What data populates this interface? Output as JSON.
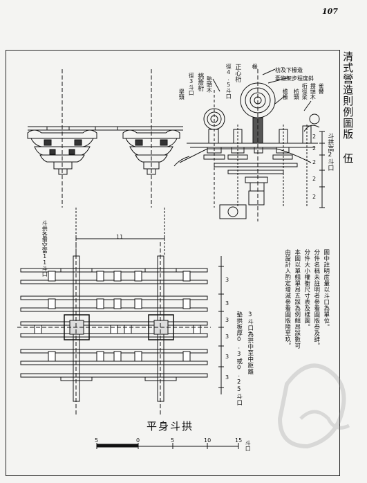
{
  "page": {
    "number": "107"
  },
  "plate": {
    "title": "清式營造則例圖版 伍"
  },
  "section": {
    "labels": {
      "zhengxin": "正心桁",
      "zhengxin_size": "徑4.5斗口",
      "tiaoyan": "挑簷桁",
      "tiaoyan_size": "徑3斗口",
      "zhuangtou": "舉頭",
      "diantoumu": "墊頭木",
      "rafter": "椽",
      "sleeve": "檐椽",
      "fangbian": "枋及下椽造",
      "zhuangbian": "牽物架步程度斜",
      "beam_label": "桁徑梁",
      "cuo_note": "撐頭木",
      "queti": "雀替",
      "zhuangzhen": "枋頭",
      "height_note": "斗拱高2斗口",
      "width_note": "斗拱各攢空當11斗口"
    },
    "dims": {
      "d2a": "2",
      "d2b": "2",
      "d2c": "2",
      "d2d": "2",
      "d2e": "2"
    }
  },
  "notes": {
    "n1": "圖中註明度量以斗口為單位。",
    "n2": "分件名稱未註明者參看圖版叁及肆。",
    "n3": "分件大小權衡尺寸表及樣圖。",
    "n4": "本圖以單翹單昂五踩為例翹昂踩數可",
    "n5": "由設計人酌定增減參看圖版陸至玖。"
  },
  "plan": {
    "dim_top": "11",
    "dims_right": [
      "3",
      "3",
      "3",
      "3",
      "3",
      "3"
    ],
    "note_a": "3斗口為拱中至中距離",
    "note_b": "墊拱板厚0.3或0.25斗口"
  },
  "drawing_title": "平身斗拱",
  "scale": {
    "ticks": [
      "5",
      "0",
      "5",
      "10",
      "15"
    ],
    "unit": "斗口"
  }
}
